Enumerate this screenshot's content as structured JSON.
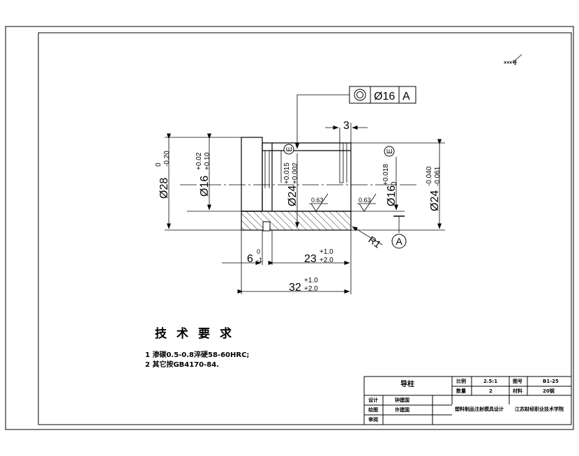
{
  "corner_mark": "×××号",
  "fcf": {
    "symbol": "◎",
    "tolerance": "Ø16",
    "datum": "A"
  },
  "dims": {
    "width_3": "3",
    "d28": "Ø28",
    "d28_up": "0",
    "d28_lo": "-0.20",
    "d16_left": "Ø16",
    "d16_left_up": "+0.02",
    "d16_left_lo": "+0.10",
    "d24_mid": "Ø24",
    "d24_mid_up": "+0.015",
    "d24_mid_lo": "+0.002",
    "d16_right": "Ø16",
    "d16_right_up": "+0.018",
    "d16_right_lo": "0",
    "d24_right": "Ø24",
    "d24_right_up": "-0.040",
    "d24_right_lo": "-0.061",
    "env_e": "E",
    "rough_1": "0.63",
    "rough_2": "0.63",
    "radius": "R1",
    "datum_a": "A",
    "len_6": "6",
    "len_6_up": "0",
    "len_6_lo": "-1",
    "len_23": "23",
    "len_23_up": "+1.0",
    "len_23_lo": "+2.0",
    "len_32": "32",
    "len_32_up": "+1.0",
    "len_32_lo": "+2.0"
  },
  "tech_requirements": {
    "title": "技术要求",
    "items": [
      "1 渗碳0.5-0.8淬硬58-60HRC;",
      "2 其它按GB4170-84."
    ]
  },
  "title_block": {
    "part_name": "导柱",
    "scale_label": "比例",
    "scale_value": "2.5:1",
    "drawing_no_label": "图号",
    "drawing_no_value": "B1-25",
    "qty_label": "数量",
    "qty_value": "2",
    "material_label": "材料",
    "material_value": "20钢",
    "design_label": "设计",
    "design_name": "钟建国",
    "draw_label": "绘图",
    "draw_name": "许建国",
    "review_label": "审阅",
    "project": "塑料制品注射模具设计",
    "school": "江苏财经职业技术学院"
  }
}
